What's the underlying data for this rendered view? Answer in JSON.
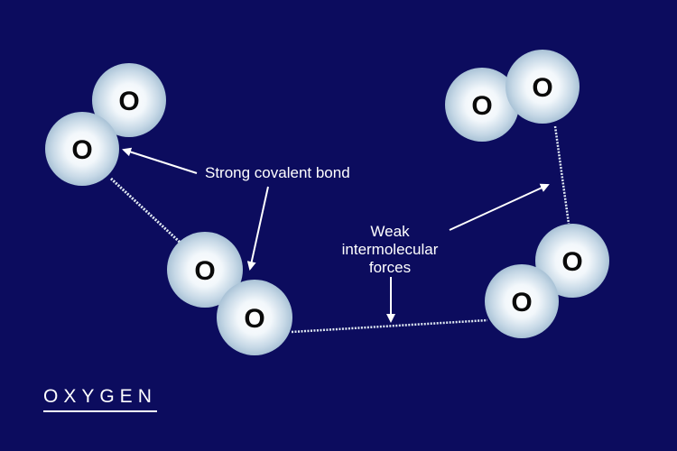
{
  "title": "OXYGEN",
  "atom_symbol": "O",
  "labels": {
    "covalent": "Strong covalent bond",
    "weak_line1": "Weak",
    "weak_line2": "intermolecular",
    "weak_line3": "forces"
  },
  "colors": {
    "background": "#0c0c5e",
    "atom_center": "#ffffff",
    "atom_edge": "#a9c2d6",
    "text": "#ffffff",
    "atom_text": "#0a0a0a"
  }
}
